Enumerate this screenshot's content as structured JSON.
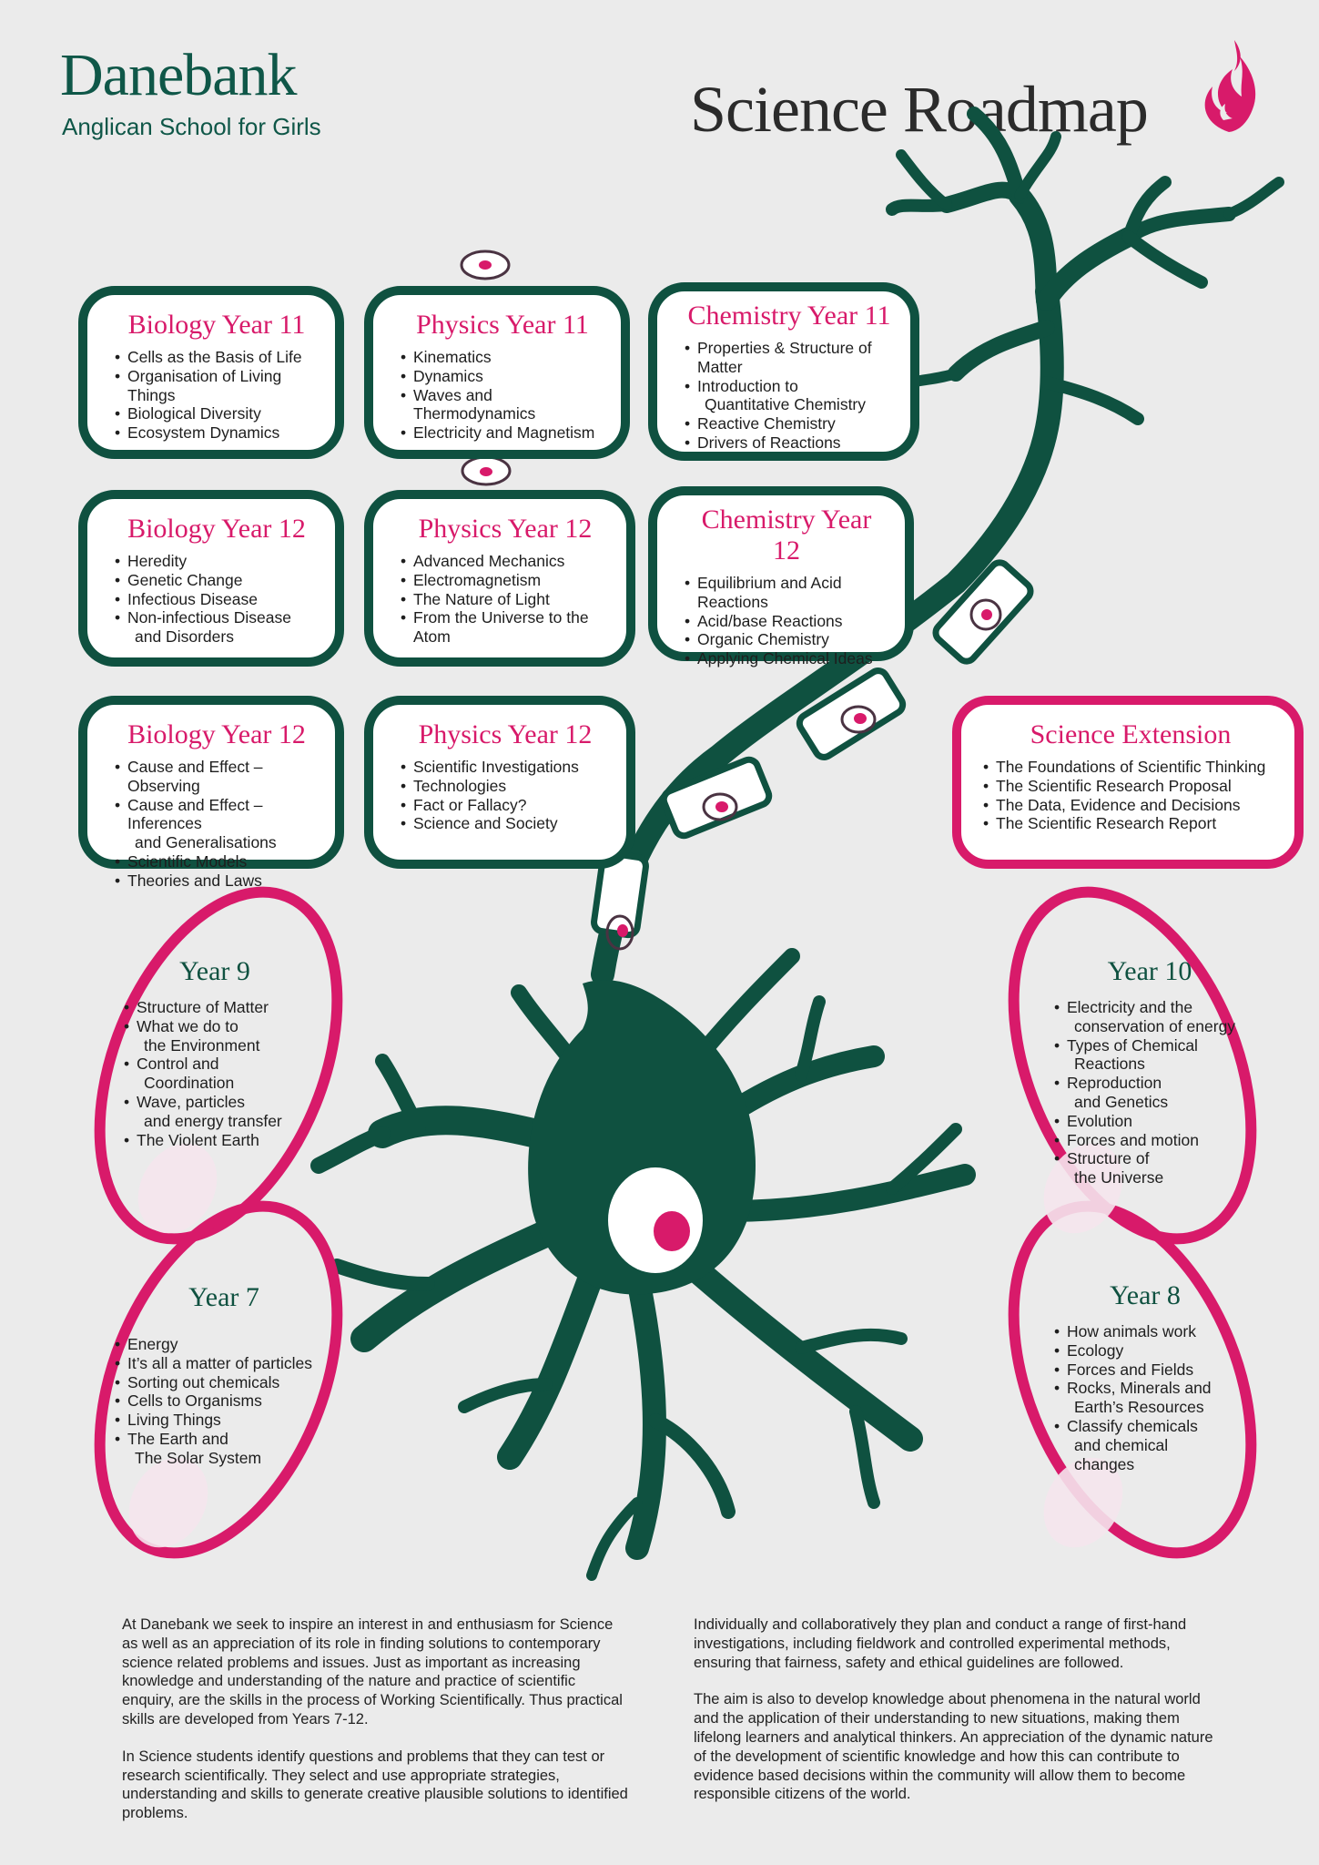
{
  "header": {
    "brand_name": "Danebank",
    "brand_subtitle": "Anglican School for Girls",
    "title": "Science Roadmap"
  },
  "cards": {
    "biology11": {
      "title": "Biology Year 11",
      "items": [
        "Cells as the Basis of Life",
        "Organisation of Living Things",
        "Biological Diversity",
        "Ecosystem Dynamics"
      ]
    },
    "physics11": {
      "title": "Physics Year 11",
      "items": [
        "Kinematics",
        "Dynamics",
        "Waves and Thermodynamics",
        "Electricity and Magnetism"
      ]
    },
    "chemistry11": {
      "title": "Chemistry Year 11",
      "items": [
        "Properties & Structure of Matter",
        "Introduction to",
        "Quantitative Chemistry",
        "Reactive Chemistry",
        "Drivers of Reactions"
      ]
    },
    "biology12": {
      "title": "Biology Year 12",
      "items": [
        "Heredity",
        "Genetic Change",
        "Infectious Disease",
        "Non-infectious Disease",
        "and Disorders"
      ]
    },
    "physics12": {
      "title": "Physics Year 12",
      "items": [
        "Advanced Mechanics",
        "Electromagnetism",
        "The Nature of Light",
        "From the Universe to the Atom"
      ]
    },
    "chemistry12": {
      "title": "Chemistry Year 12",
      "items": [
        "Equilibrium and Acid Reactions",
        "Acid/base Reactions",
        "Organic Chemistry",
        "Applying Chemical Ideas"
      ]
    },
    "biology12b": {
      "title": "Biology Year 12",
      "items": [
        "Cause and Effect – Observing",
        "Cause and Effect – Inferences",
        "and Generalisations",
        "Scientific Models",
        "Theories and Laws"
      ]
    },
    "physics12b": {
      "title": "Physics Year 12",
      "items": [
        "Scientific Investigations",
        "Technologies",
        "Fact or Fallacy?",
        "Science and Society"
      ]
    },
    "extension": {
      "title": "Science Extension",
      "items": [
        "The Foundations of Scientific Thinking",
        "The Scientific Research Proposal",
        "The Data, Evidence and Decisions",
        "The Scientific Research Report"
      ]
    }
  },
  "years": {
    "year9": {
      "title": "Year 9",
      "items": [
        "Structure of Matter",
        "What we do to",
        "the Environment",
        "Control and",
        "Coordination",
        "Wave, particles",
        "and energy transfer",
        "The Violent Earth"
      ]
    },
    "year10": {
      "title": "Year 10",
      "items": [
        "Electricity and the",
        "conservation of energy",
        "Types of Chemical",
        "Reactions",
        "Reproduction",
        "and Genetics",
        "Evolution",
        "Forces and motion",
        "Structure of",
        "the Universe"
      ]
    },
    "year7": {
      "title": "Year 7",
      "items": [
        "Energy",
        "It’s all a matter of particles",
        "Sorting out chemicals",
        "Cells to Organisms",
        "Living Things",
        "The Earth and",
        "The Solar System"
      ]
    },
    "year8": {
      "title": "Year 8",
      "items": [
        "How animals work",
        "Ecology",
        "Forces and Fields",
        "Rocks, Minerals and",
        "Earth’s Resources",
        "Classify chemicals",
        "and chemical",
        "changes"
      ]
    }
  },
  "intro": {
    "left": [
      "At Danebank we seek to inspire an interest in and enthusiasm for Science as well as an appreciation of its role in finding solutions to contemporary science related problems and issues. Just as important as increasing knowledge and understanding of the nature and practice of scientific enquiry, are the skills in the process of Working Scientifically. Thus practical skills are developed from Years 7-12.",
      "In Science students identify questions and problems that they can test or research scientifically. They select and use appropriate strategies, understanding and skills to generate creative plausible solutions to identified problems."
    ],
    "right": [
      "Individually and collaboratively they plan and conduct a range of first-hand investigations, including fieldwork and controlled experimental methods, ensuring that fairness, safety and ethical guidelines are followed.",
      "The aim is also to develop knowledge about phenomena in the natural world and the application of their understanding to new situations, making them lifelong learners and analytical thinkers. An appreciation of the dynamic nature of the development of scientific knowledge and how this can contribute to evidence based decisions within the community will allow them to become responsible citizens of the world."
    ]
  },
  "colors": {
    "green": "#0f5140",
    "pink": "#d81a6a",
    "background": "#ebebeb"
  }
}
